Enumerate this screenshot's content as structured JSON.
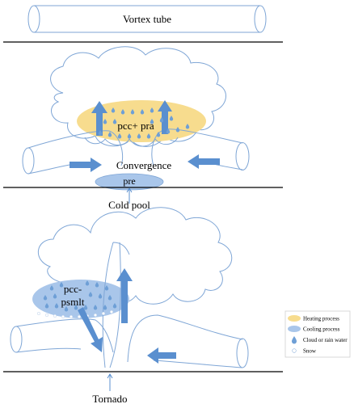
{
  "panel_top": {
    "title": "Vortex tube"
  },
  "panel_middle": {
    "heating_label": "pcc+ pra",
    "convergence_label": "Convergence",
    "cooling_label": "pre",
    "cold_pool_label": "Cold pool"
  },
  "panel_bottom": {
    "cooling_label_line1": "pcc-",
    "cooling_label_line2": "psmlt",
    "tornado_label": "Tornado"
  },
  "legend": {
    "heating": "Heating process",
    "cooling": "Cooling process",
    "cloud_water": "Cloud or rain water",
    "snow": "Snow"
  },
  "colors": {
    "heating": "#f7dc8e",
    "cooling": "#a9c6ea",
    "arrow": "#5a8fcf",
    "outline": "#7fa6d6",
    "drop": "#6e9fd6"
  }
}
